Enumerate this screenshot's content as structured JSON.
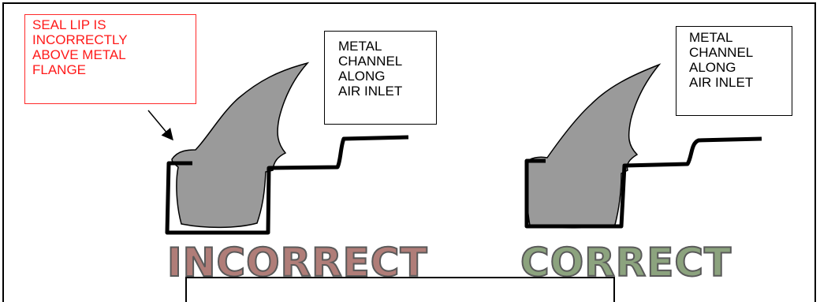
{
  "callout": {
    "lines": [
      "SEAL LIP IS",
      "INCORRECTLY",
      "ABOVE METAL",
      "FLANGE"
    ],
    "color": "#ff1a1a"
  },
  "left_note": {
    "lines": [
      "METAL",
      "CHANNEL",
      "ALONG",
      "AIR INLET"
    ]
  },
  "right_note": {
    "lines": [
      "METAL",
      "CHANNEL",
      "ALONG",
      "AIR INLET"
    ]
  },
  "labels": {
    "incorrect": "INCORRECT",
    "correct": "CORRECT",
    "incorrect_color": "#b07d78",
    "correct_color": "#8ca37e"
  },
  "seal_color": "#9a9a9a",
  "metal_color": "#000000"
}
